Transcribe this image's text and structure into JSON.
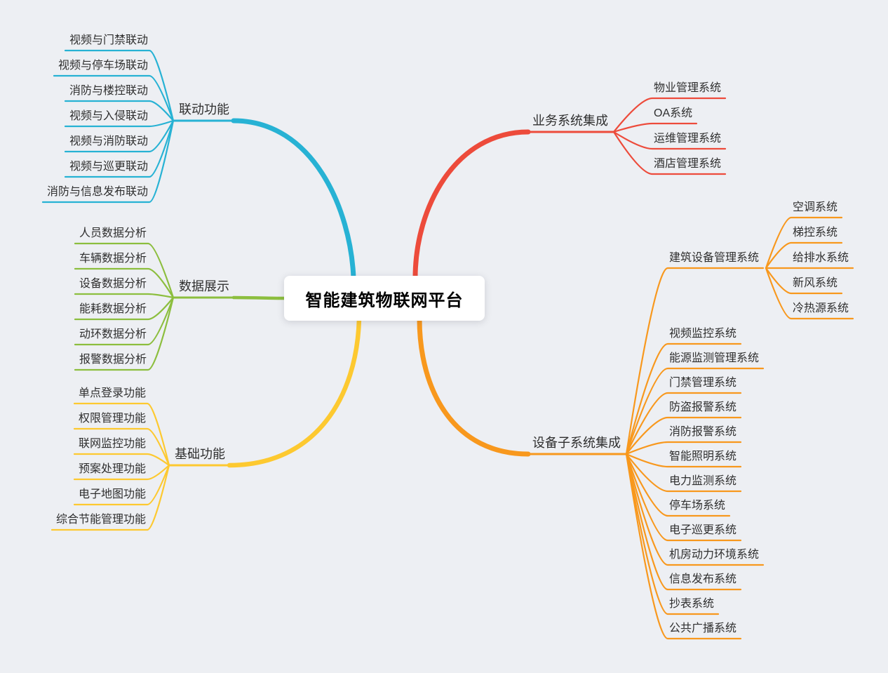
{
  "canvas": {
    "background": "#edeff3",
    "text_color": "#2f2f2f"
  },
  "center": {
    "label": "智能建筑物联网平台",
    "bg": "#ffffff",
    "text_color": "#000000"
  },
  "branches": [
    {
      "label": "联动功能",
      "color": "#27b2d4",
      "side": "left",
      "children": [
        {
          "label": "视频与门禁联动"
        },
        {
          "label": "视频与停车场联动"
        },
        {
          "label": "消防与楼控联动"
        },
        {
          "label": "视频与入侵联动"
        },
        {
          "label": "视频与消防联动"
        },
        {
          "label": "视频与巡更联动"
        },
        {
          "label": "消防与信息发布联动"
        }
      ]
    },
    {
      "label": "数据展示",
      "color": "#8cbe3e",
      "side": "left",
      "children": [
        {
          "label": "人员数据分析"
        },
        {
          "label": "车辆数据分析"
        },
        {
          "label": "设备数据分析"
        },
        {
          "label": "能耗数据分析"
        },
        {
          "label": "动环数据分析"
        },
        {
          "label": "报警数据分析"
        }
      ]
    },
    {
      "label": "基础功能",
      "color": "#fdc930",
      "side": "left",
      "children": [
        {
          "label": "单点登录功能"
        },
        {
          "label": "权限管理功能"
        },
        {
          "label": "联网监控功能"
        },
        {
          "label": "预案处理功能"
        },
        {
          "label": "电子地图功能"
        },
        {
          "label": "综合节能管理功能"
        }
      ]
    },
    {
      "label": "业务系统集成",
      "color": "#ed4b3b",
      "side": "right",
      "children": [
        {
          "label": "物业管理系统"
        },
        {
          "label": "OA系统"
        },
        {
          "label": "运维管理系统"
        },
        {
          "label": "酒店管理系统"
        }
      ]
    },
    {
      "label": "设备子系统集成",
      "color": "#f8981d",
      "side": "right",
      "children": [
        {
          "label": "建筑设备管理系统",
          "children": [
            {
              "label": "空调系统"
            },
            {
              "label": "梯控系统"
            },
            {
              "label": "给排水系统"
            },
            {
              "label": "新风系统"
            },
            {
              "label": "冷热源系统"
            }
          ]
        },
        {
          "label": "视频监控系统"
        },
        {
          "label": "能源监测管理系统"
        },
        {
          "label": "门禁管理系统"
        },
        {
          "label": "防盗报警系统"
        },
        {
          "label": "消防报警系统"
        },
        {
          "label": "智能照明系统"
        },
        {
          "label": "电力监测系统"
        },
        {
          "label": "停车场系统"
        },
        {
          "label": "电子巡更系统"
        },
        {
          "label": "机房动力环境系统"
        },
        {
          "label": "信息发布系统"
        },
        {
          "label": "抄表系统"
        },
        {
          "label": "公共广播系统"
        }
      ]
    }
  ]
}
